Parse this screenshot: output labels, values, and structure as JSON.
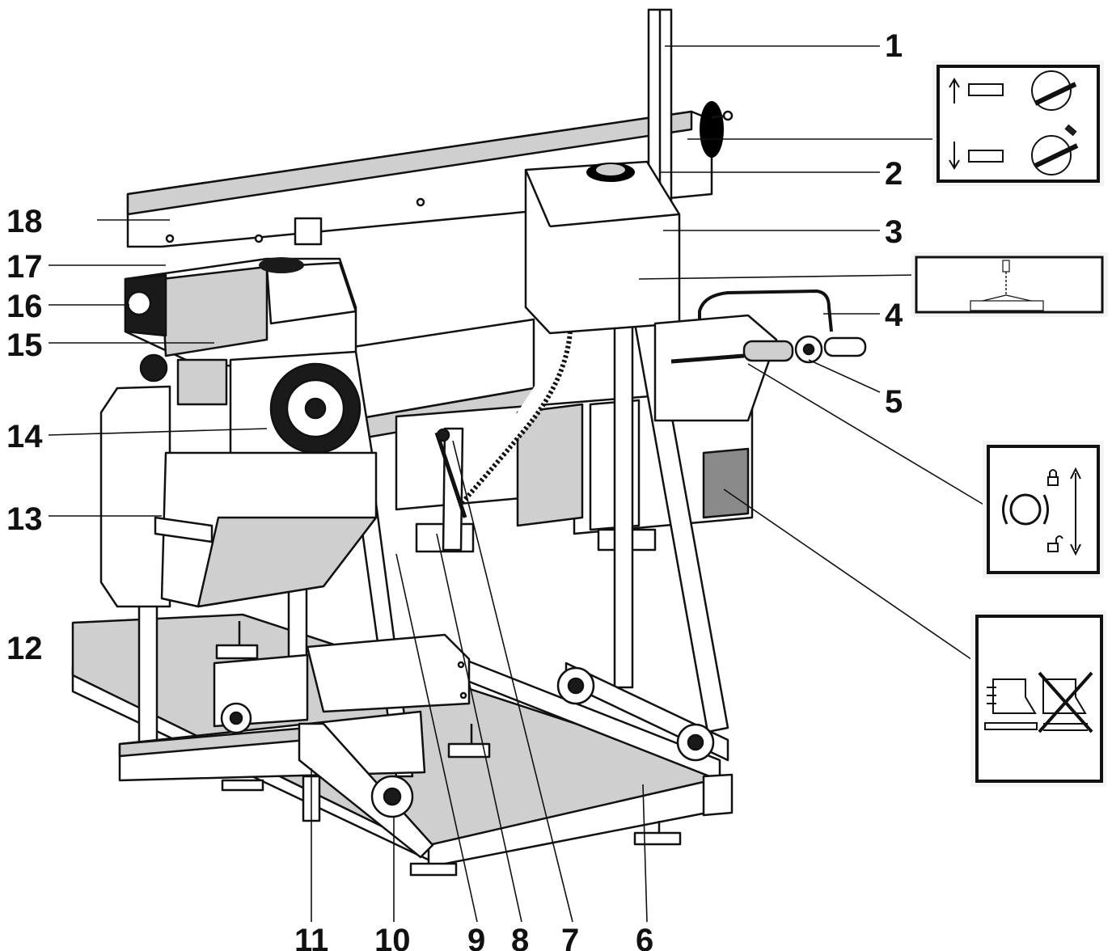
{
  "callouts": [
    "1",
    "2",
    "3",
    "4",
    "5",
    "6",
    "7",
    "8",
    "9",
    "10",
    "11",
    "12",
    "13",
    "14",
    "15",
    "16",
    "17",
    "18"
  ],
  "insets": [
    {
      "icon": "blade-raise-lower-lever-icon"
    },
    {
      "icon": "blade-guard-chain-icon"
    },
    {
      "icon": "wheel-brake-lock-unlock-icon"
    },
    {
      "icon": "no-boots-on-rail-icon"
    }
  ]
}
